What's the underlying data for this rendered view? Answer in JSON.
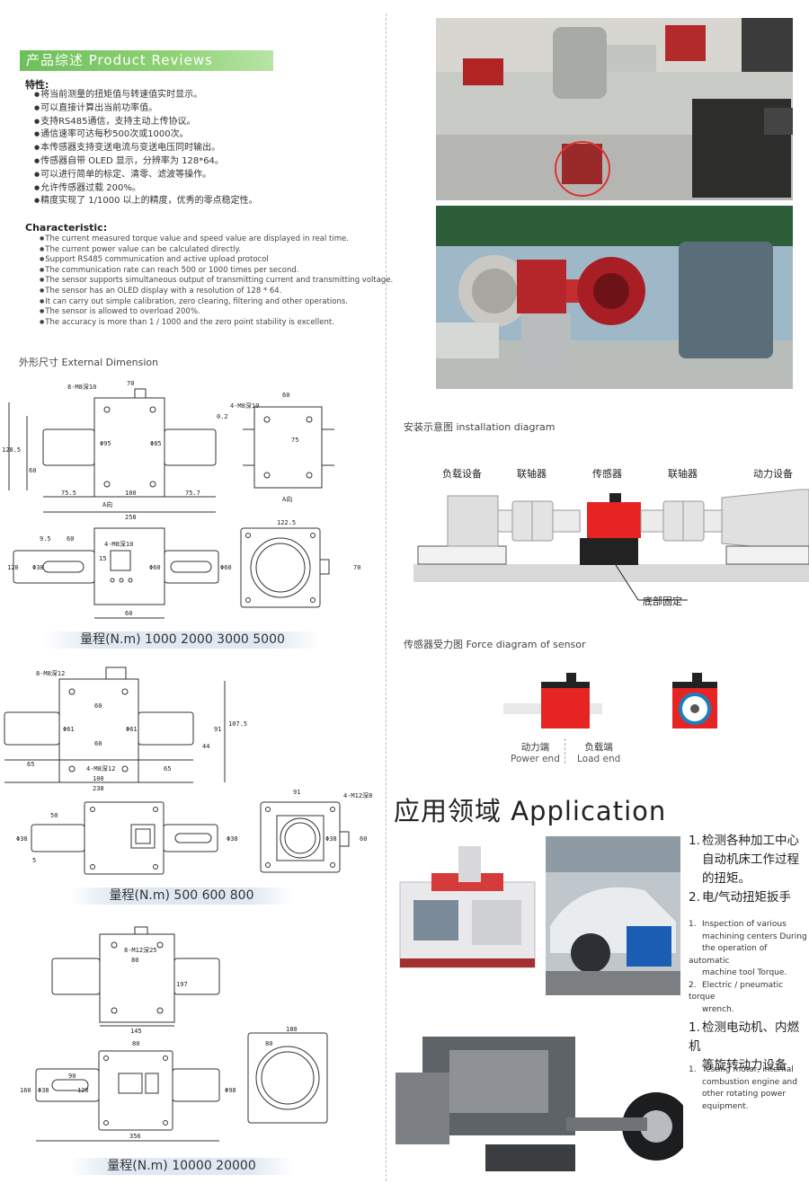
{
  "overview": {
    "title": "产品综述  Product  Reviews",
    "features_label": "特性:",
    "features": [
      "将当前测量的扭矩值与转速值实时显示。",
      "可以直接计算出当前功率值。",
      "支持RS485通信，支持主动上传协议。",
      "通信速率可达每秒500次或1000次。",
      "本传感器支持变送电流与变送电压同时输出。",
      "传感器自带 OLED 显示，分辨率为 128*64。",
      "可以进行简单的标定、清零、滤波等操作。",
      "允许传感器过载 200%。",
      "精度实现了 1/1000 以上的精度，优秀的零点稳定性。"
    ],
    "characteristic_label": "Characteristic:",
    "characteristics": [
      "The current measured torque value and speed value are displayed in real time.",
      "The current power value can be calculated directly.",
      "Support RS485 communication and active upload protocol",
      "The communication rate can reach 500 or 1000 times per second.",
      "The sensor supports simultaneous output of transmitting current and transmitting voltage.",
      "The sensor has an OLED display with a resolution of 128 * 64.",
      "It can carry out simple calibration, zero clearing, filtering and other operations.",
      "The sensor is allowed to overload 200%.",
      "The accuracy is more than 1 / 1000 and the zero point stability is excellent."
    ]
  },
  "dimension": {
    "title": "外形尺寸 External Dimension",
    "ranges": [
      "量程(N.m)  1000  2000  3000  5000",
      "量程(N.m)  500  600  800",
      "量程(N.m)  10000  20000"
    ],
    "drawing1": {
      "labels": [
        "8-M8深10",
        "70",
        "4-M8深10",
        "60",
        "128.5",
        "60",
        "Φ95",
        "Φ85",
        "75",
        "75.5",
        "100",
        "75.7",
        "A向",
        "258",
        "A向",
        "122.5",
        "9.5",
        "60",
        "4-M8深10",
        "120",
        "Φ38",
        "15",
        "Φ60",
        "70",
        "60",
        "Φ60",
        "0.2"
      ]
    },
    "drawing2": {
      "labels": [
        "8-M8深12",
        "60",
        "Φ61",
        "Φ61",
        "91",
        "107.5",
        "60",
        "44",
        "65",
        "4-M8深12",
        "65",
        "100",
        "238",
        "91",
        "4-M12深8",
        "50",
        "Φ38",
        "5",
        "Φ38",
        "60",
        "Φ38"
      ]
    },
    "drawing3": {
      "labels": [
        "8-M12深25",
        "80",
        "197",
        "145",
        "180",
        "80",
        "80",
        "90",
        "120",
        "160",
        "Φ38",
        "Φ98",
        "356"
      ]
    }
  },
  "installation": {
    "title": "安装示意图 installation diagram",
    "labels": [
      "负载设备",
      "联轴器",
      "传感器",
      "联轴器",
      "动力设备"
    ],
    "base_label": "底部固定"
  },
  "force": {
    "title": "传感器受力图 Force diagram of sensor",
    "power_cn": "动力端",
    "power_en": "Power end",
    "load_cn": "负载端",
    "load_en": "Load end"
  },
  "application": {
    "title": "应用领域 Application",
    "group1_cn": [
      "检测各种加工中心",
      "自动机床工作过程",
      "的扭矩。",
      "电/气动扭矩扳手"
    ],
    "group1_en": [
      "Inspection of various",
      "machining centers During",
      "the operation of automatic",
      "machine tool Torque.",
      "Electric / pneumatic torque",
      "wrench."
    ],
    "group2_cn": [
      "检测电动机、内燃机",
      "等旋转动力设备"
    ],
    "group2_en": [
      "Testing motor, internal",
      "combustion engine and",
      "other rotating power",
      "equipment."
    ]
  },
  "colors": {
    "accent_green": "#7cc865",
    "sensor_red": "#e02020",
    "range_bar": "#dfe8f3"
  }
}
